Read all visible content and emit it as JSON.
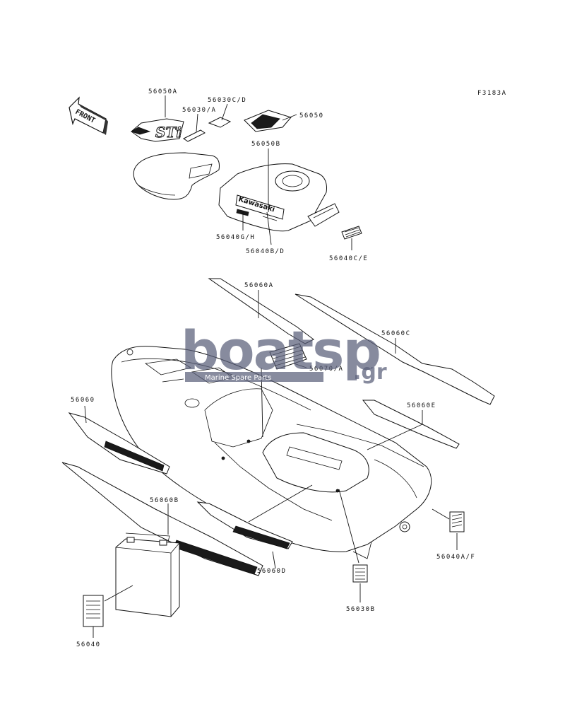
{
  "figure_code": "F3183A",
  "front_label": "FRONT",
  "decal_kawasaki": "Kawasaki",
  "decal_sti": "STi",
  "watermark": {
    "main": "boatsp",
    "tld": ".gr",
    "sub": "Marine Spare Parts"
  },
  "callouts": [
    {
      "id": "c-56050a",
      "label": "56050A"
    },
    {
      "id": "c-56030cd",
      "label": "56030C/D"
    },
    {
      "id": "c-56030a",
      "label": "56030/A"
    },
    {
      "id": "c-56050",
      "label": "56050"
    },
    {
      "id": "c-56050b",
      "label": "56050B"
    },
    {
      "id": "c-56040gh",
      "label": "56040G/H"
    },
    {
      "id": "c-56040bd",
      "label": "56040B/D"
    },
    {
      "id": "c-56040ce",
      "label": "56040C/E"
    },
    {
      "id": "c-56060a",
      "label": "56060A"
    },
    {
      "id": "c-56060c",
      "label": "56060C"
    },
    {
      "id": "c-56070a",
      "label": "56070/A"
    },
    {
      "id": "c-56060",
      "label": "56060"
    },
    {
      "id": "c-56060e",
      "label": "56060E"
    },
    {
      "id": "c-56060b",
      "label": "56060B"
    },
    {
      "id": "c-56060d",
      "label": "56060D"
    },
    {
      "id": "c-56040af",
      "label": "56040A/F"
    },
    {
      "id": "c-56030b",
      "label": "56030B"
    },
    {
      "id": "c-56040",
      "label": "56040"
    }
  ]
}
